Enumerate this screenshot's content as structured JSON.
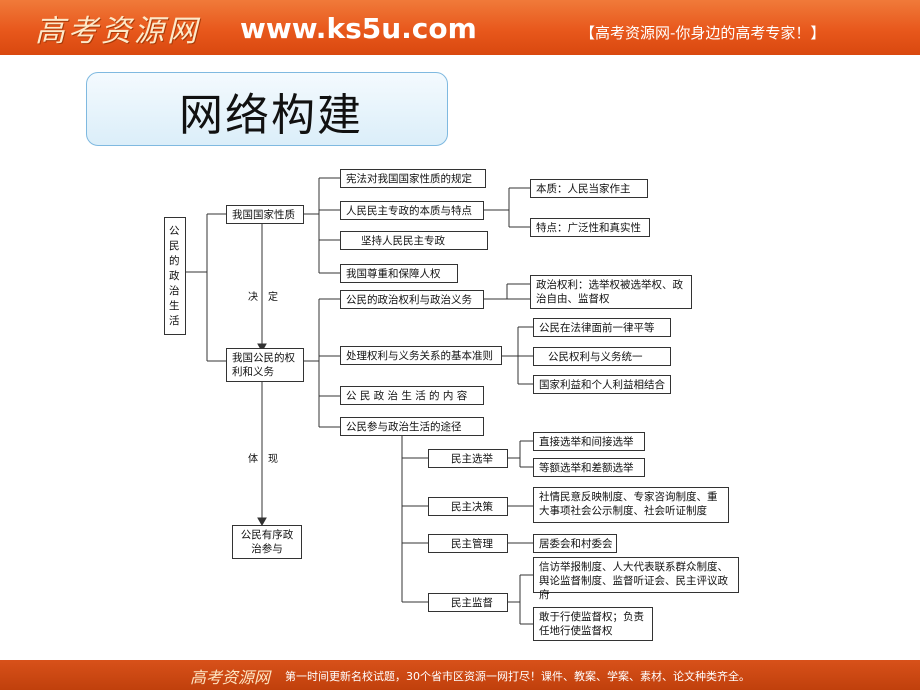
{
  "header": {
    "logo_text": "高考资源网",
    "url": "www.ks5u.com",
    "slogan": "【高考资源网-你身边的高考专家！】"
  },
  "section_title": "网络构建",
  "mindmap": {
    "root": "公民的政治生活",
    "b1": "我国国家性质",
    "b1_items": [
      "宪法对我国国家性质的规定",
      "人民民主专政的本质与特点",
      "坚持人民民主专政",
      "我国尊重和保障人权"
    ],
    "b1_sub": [
      "本质：人民当家作主",
      "特点：广泛性和真实性"
    ],
    "rel1": "决　定",
    "b2": "我国公民的权利和义务",
    "b2_items": [
      "公民的政治权利与政治义务",
      "处理权利与义务关系的基本准则",
      "公 民 政 治 生 活 的 内 容",
      "公民参与政治生活的途径"
    ],
    "political_rights": "政治权利：选举权被选举权、政治自由、监督权",
    "principles": [
      "公民在法律面前一律平等",
      "公民权利与义务统一",
      "国家利益和个人利益相结合"
    ],
    "rel2": "体　现",
    "b3": "公民有序政治参与",
    "paths": [
      "民主选举",
      "民主决策",
      "民主管理",
      "民主监督"
    ],
    "election": [
      "直接选举和间接选举",
      "等额选举和差额选举"
    ],
    "decision": "社情民意反映制度、专家咨询制度、重大事项社会公示制度、社会听证制度",
    "management": "居委会和村委会",
    "supervision": [
      "信访举报制度、人大代表联系群众制度、舆论监督制度、监督听证会、民主评议政府",
      "敢于行使监督权；负责任地行使监督权"
    ]
  },
  "footer": {
    "logo_text": "高考资源网",
    "text": "第一时间更新名校试题，30个省市区资源一网打尽！课件、教案、学案、素材、论文种类齐全。"
  }
}
